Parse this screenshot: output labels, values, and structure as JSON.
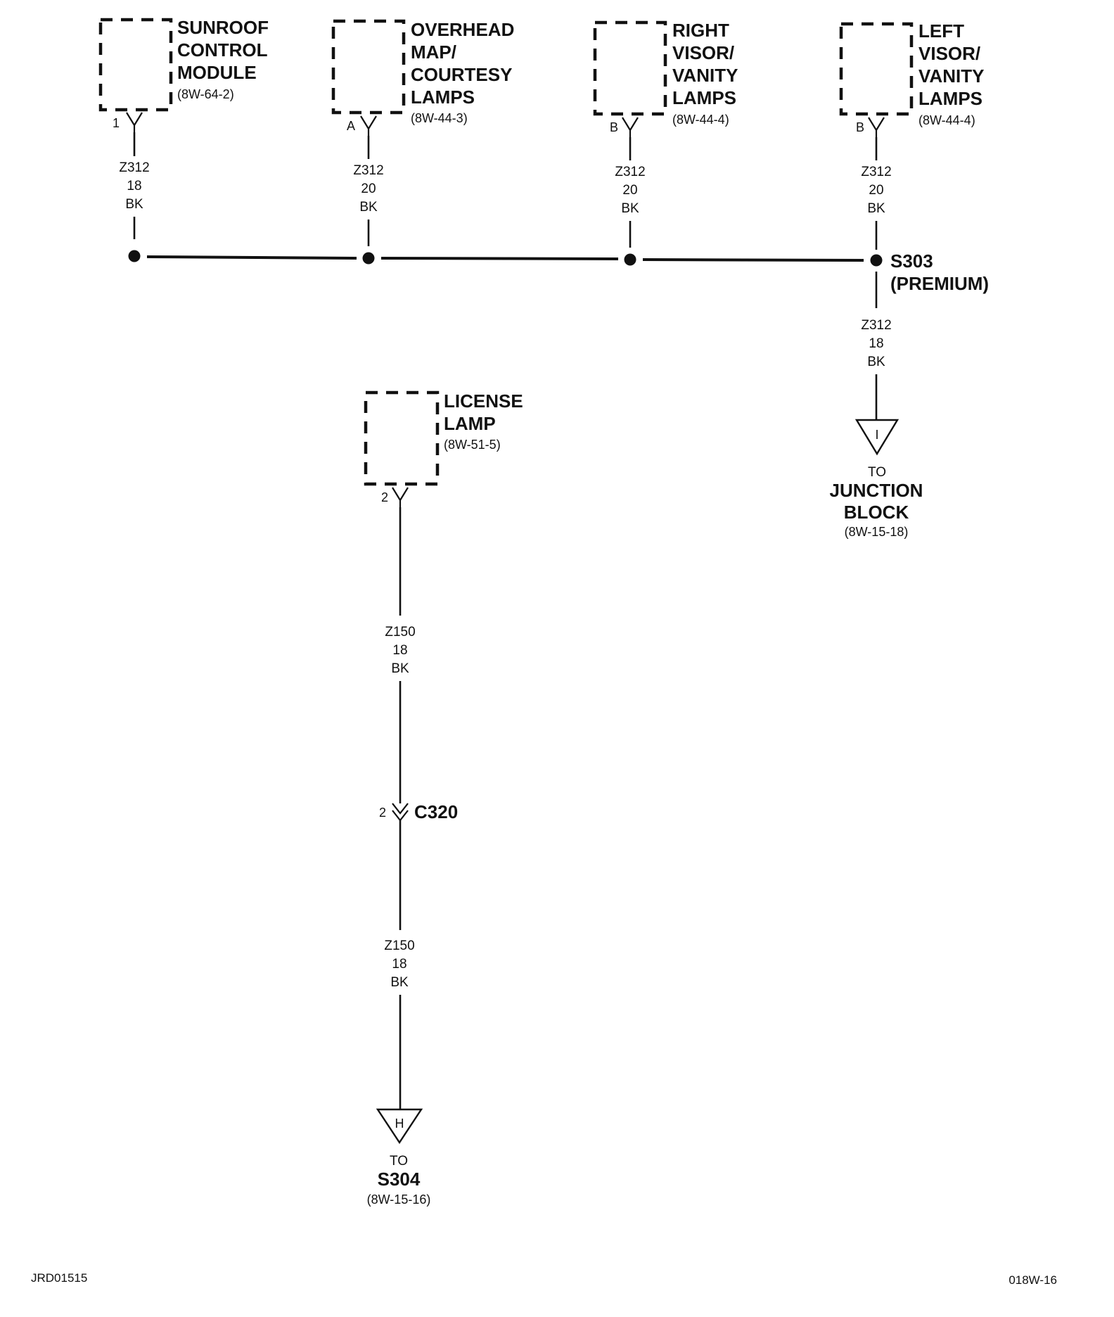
{
  "components": {
    "sunroof": {
      "lines": [
        "SUNROOF",
        "CONTROL",
        "MODULE"
      ],
      "ref": "(8W-64-2)",
      "pin": "1"
    },
    "overhead": {
      "lines": [
        "OVERHEAD",
        "MAP/",
        "COURTESY",
        "LAMPS"
      ],
      "ref": "(8W-44-3)",
      "pin": "A"
    },
    "right_visor": {
      "lines": [
        "RIGHT",
        "VISOR/",
        "VANITY",
        "LAMPS"
      ],
      "ref": "(8W-44-4)",
      "pin": "B"
    },
    "left_visor": {
      "lines": [
        "LEFT",
        "VISOR/",
        "VANITY",
        "LAMPS"
      ],
      "ref": "(8W-44-4)",
      "pin": "B"
    },
    "license_lamp": {
      "lines": [
        "LICENSE",
        "LAMP"
      ],
      "ref": "(8W-51-5)",
      "pin": "2"
    }
  },
  "wires": {
    "sunroof": [
      "Z312",
      "18",
      "BK"
    ],
    "overhead": [
      "Z312",
      "20",
      "BK"
    ],
    "right_visor": [
      "Z312",
      "20",
      "BK"
    ],
    "left_visor": [
      "Z312",
      "20",
      "BK"
    ],
    "splice_out": [
      "Z312",
      "18",
      "BK"
    ],
    "license_upper": [
      "Z150",
      "18",
      "BK"
    ],
    "license_lower": [
      "Z150",
      "18",
      "BK"
    ]
  },
  "splice": {
    "name": "S303",
    "note": "(PREMIUM)"
  },
  "connector": {
    "pin": "2",
    "name": "C320"
  },
  "destinations": {
    "junction_block": {
      "letter": "I",
      "to": "TO",
      "lines": [
        "JUNCTION",
        "BLOCK"
      ],
      "ref": "(8W-15-18)"
    },
    "s304": {
      "letter": "H",
      "to": "TO",
      "lines": [
        "S304"
      ],
      "ref": "(8W-15-16)"
    }
  },
  "footer": {
    "left_code": "JRD01515",
    "right_code": "018W-16"
  }
}
